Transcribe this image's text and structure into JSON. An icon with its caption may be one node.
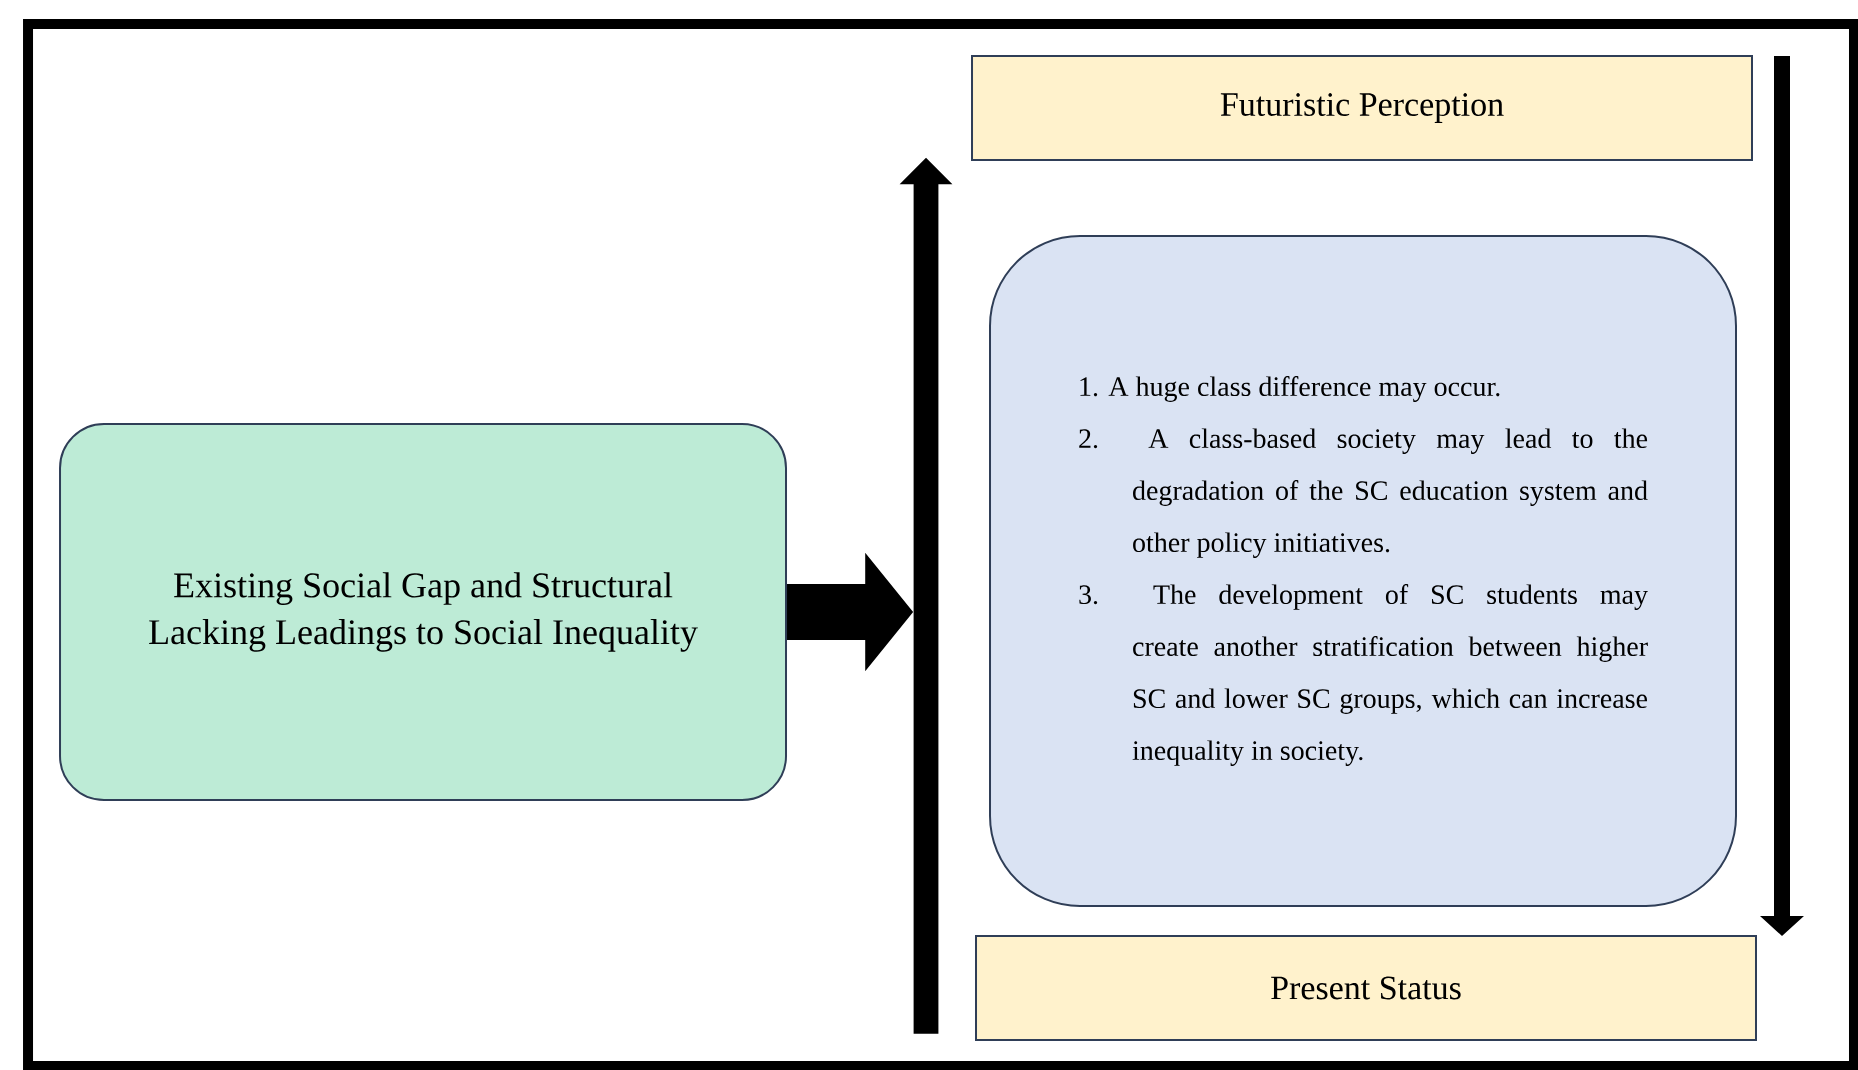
{
  "diagram": {
    "nodes": [
      {
        "text": [
          "Existing Social Gap and Structural Lacking Leadings to Social Inequality"
        ]
      },
      {
        "text": [],
        "shape": "arrow"
      },
      {
        "text": [
          "Futuristic Perception"
        ]
      },
      {
        "text": [
          "1. A huge class difference may occur.",
          "2. A class-based society may lead to the degradation of the SC education system and other policy initiatives.",
          "3. The development of SC students may create another stratification between higher SC and lower SC groups, which can increase inequality in society."
        ]
      },
      {
        "text": [
          "Present Status"
        ]
      }
    ],
    "edges": [
      {
        "from": 0,
        "to": 1,
        "arrow": "to"
      }
    ]
  }
}
